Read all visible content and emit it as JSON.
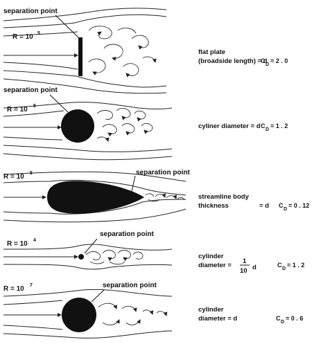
{
  "panels": [
    {
      "id": "flat-plate",
      "separation_label": "separation point",
      "reynolds_base": "R = 10",
      "reynolds_exp": "5",
      "description_lines": [
        "flat plate",
        "(broadside length) = d"
      ],
      "cd_prefix": "C",
      "cd_sub": "D",
      "cd_value": "= 2 . 0"
    },
    {
      "id": "cylinder",
      "separation_label": "separation point",
      "reynolds_base": "R = 10",
      "reynolds_exp": "5",
      "description_lines": [
        "cyliner diameter = d"
      ],
      "cd_prefix": "C",
      "cd_sub": "D",
      "cd_value": "= 1 . 2"
    },
    {
      "id": "streamline-body",
      "separation_label": "separation point",
      "reynolds_base": "R = 10",
      "reynolds_exp": "5",
      "description_lines": [
        "streamline body",
        "thickness"
      ],
      "desc_suffix": "=   d",
      "cd_prefix": "C",
      "cd_sub": "D",
      "cd_value": "= 0 . 12"
    },
    {
      "id": "small-cylinder",
      "separation_label": "separation point",
      "reynolds_base": "R = 10",
      "reynolds_exp": "4",
      "description_lines": [
        "cylinder",
        "diameter ="
      ],
      "fraction_num": "1",
      "fraction_den": "10",
      "fraction_suffix": "d",
      "cd_prefix": "C",
      "cd_sub": "D",
      "cd_value": "= 1 . 2"
    },
    {
      "id": "large-cylinder",
      "separation_label": "separation point",
      "reynolds_base": "R = 10",
      "reynolds_exp": "7",
      "description_lines": [
        "cylinder",
        "diameter  =  d"
      ],
      "cd_prefix": "C",
      "cd_sub": "D",
      "cd_value": "= 0 . 6"
    }
  ]
}
